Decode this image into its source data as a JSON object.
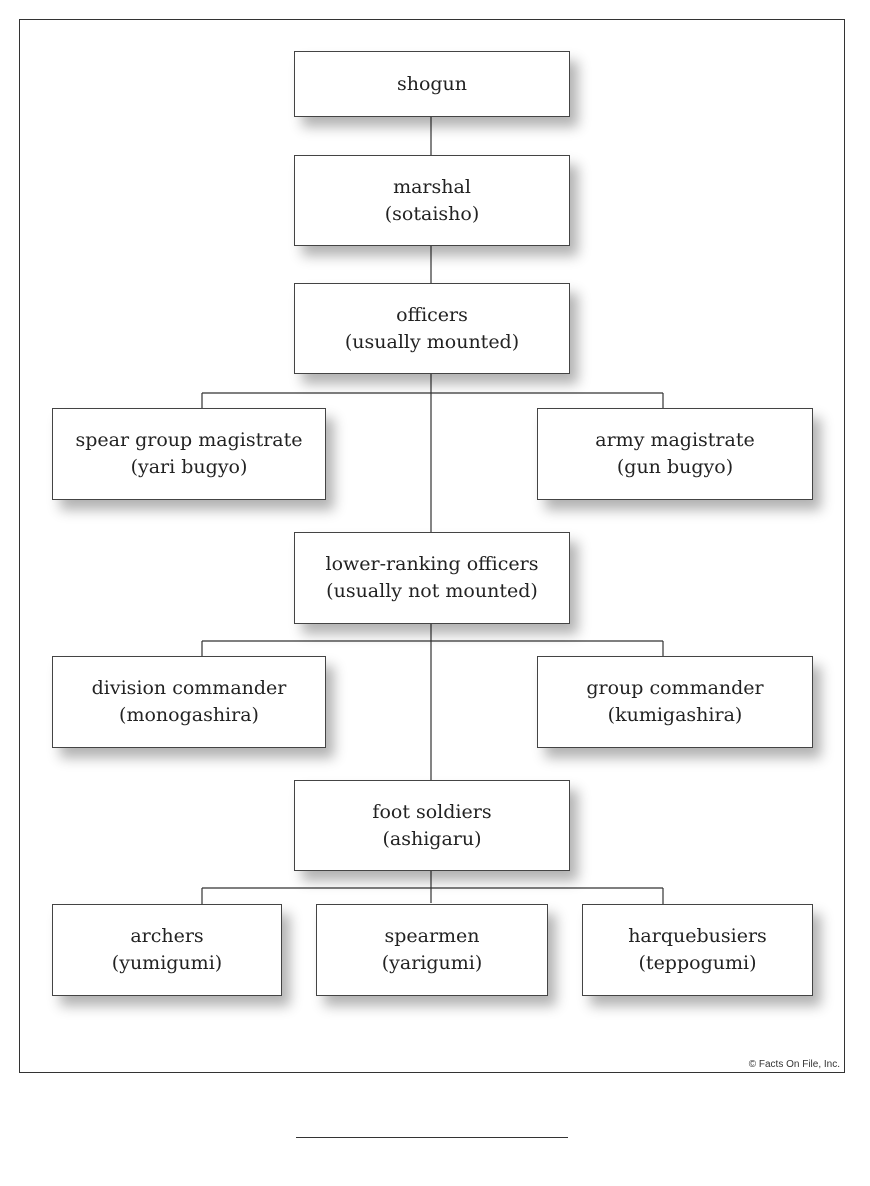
{
  "nodes": {
    "shogun": {
      "title": "shogun",
      "subtitle": ""
    },
    "marshal": {
      "title": "marshal",
      "subtitle": "(sotaisho)"
    },
    "officers": {
      "title": "officers",
      "subtitle": "(usually mounted)"
    },
    "spear_group_magistrate": {
      "title": "spear group magistrate",
      "subtitle": "(yari bugyo)"
    },
    "army_magistrate": {
      "title": "army magistrate",
      "subtitle": "(gun bugyo)"
    },
    "lower_ranking_officers": {
      "title": "lower-ranking officers",
      "subtitle": "(usually not mounted)"
    },
    "division_commander": {
      "title": "division commander",
      "subtitle": "(monogashira)"
    },
    "group_commander": {
      "title": "group commander",
      "subtitle": "(kumigashira)"
    },
    "foot_soldiers": {
      "title": "foot soldiers",
      "subtitle": "(ashigaru)"
    },
    "archers": {
      "title": "archers",
      "subtitle": "(yumigumi)"
    },
    "spearmen": {
      "title": "spearmen",
      "subtitle": "(yarigumi)"
    },
    "harquebusiers": {
      "title": "harquebusiers",
      "subtitle": "(teppogumi)"
    }
  },
  "edges": [
    [
      "shogun",
      "marshal"
    ],
    [
      "marshal",
      "officers"
    ],
    [
      "officers",
      "spear_group_magistrate"
    ],
    [
      "officers",
      "army_magistrate"
    ],
    [
      "officers",
      "lower_ranking_officers"
    ],
    [
      "lower_ranking_officers",
      "division_commander"
    ],
    [
      "lower_ranking_officers",
      "group_commander"
    ],
    [
      "lower_ranking_officers",
      "foot_soldiers"
    ],
    [
      "foot_soldiers",
      "archers"
    ],
    [
      "foot_soldiers",
      "spearmen"
    ],
    [
      "foot_soldiers",
      "harquebusiers"
    ]
  ],
  "credit": "© Facts On File, Inc."
}
